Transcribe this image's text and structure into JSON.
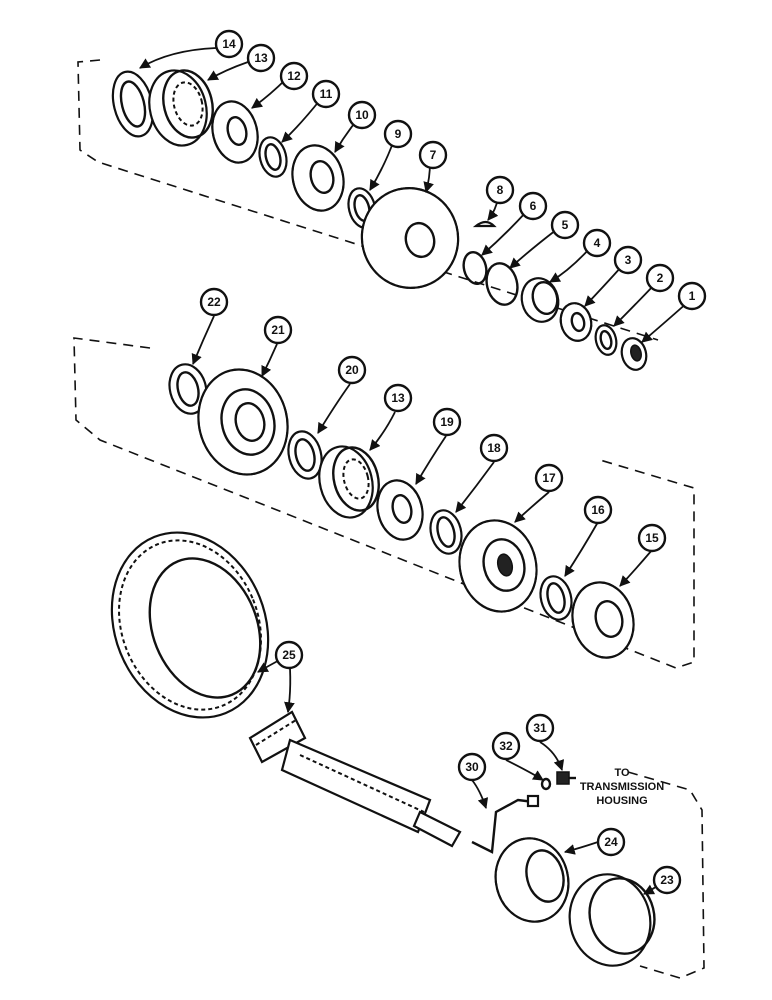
{
  "callouts": [
    "14",
    "13",
    "12",
    "11",
    "10",
    "9",
    "7",
    "8",
    "6",
    "5",
    "4",
    "3",
    "2",
    "1",
    "22",
    "21",
    "20",
    "13",
    "19",
    "18",
    "17",
    "16",
    "15",
    "25",
    "30",
    "32",
    "31",
    "24",
    "23"
  ],
  "note": {
    "line1": "TO",
    "line2": "TRANSMISSION",
    "line3": "HOUSING"
  }
}
